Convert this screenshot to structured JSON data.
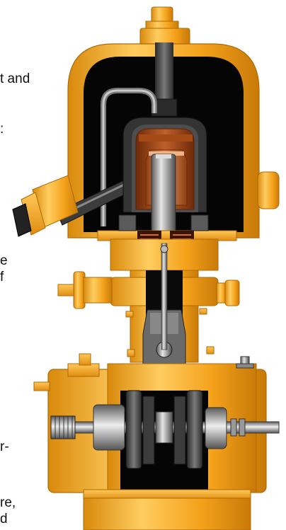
{
  "side_text": {
    "fragments": [
      "t and",
      ":",
      "e",
      "f",
      "r-",
      "re,",
      "d"
    ]
  },
  "colors": {
    "body_orange": "#f5a21b",
    "body_orange_light": "#ffc85a",
    "body_orange_dark": "#c87a08",
    "cavity": "#0a0a0a",
    "copper": "#a04516",
    "copper_dark": "#6e2a0a",
    "steel": "#8a8a8a",
    "steel_light": "#d4d4d4",
    "steel_dark": "#4a4a4a"
  }
}
